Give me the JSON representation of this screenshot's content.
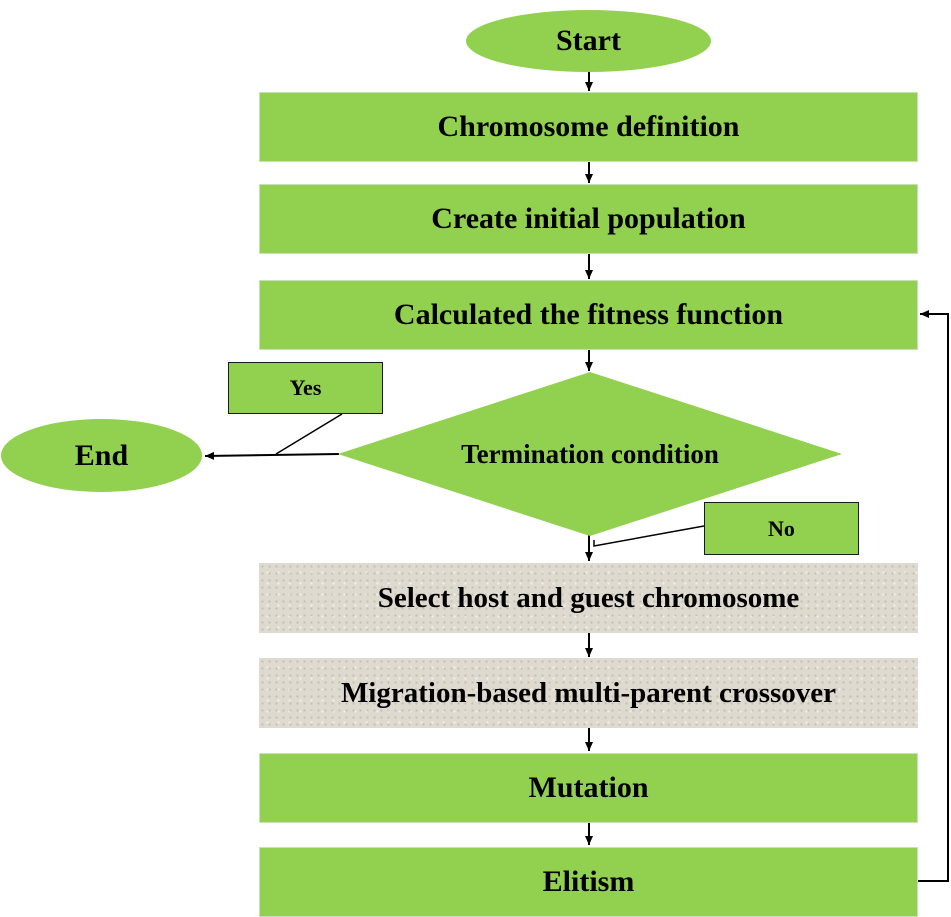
{
  "diagram": {
    "start": "Start",
    "steps": [
      "Chromosome definition",
      "Create initial population",
      "Calculated the fitness function"
    ],
    "decision": "Termination condition",
    "yes_label": "Yes",
    "no_label": "No",
    "end": "End",
    "loop_steps": [
      "Select host and guest chromosome",
      "Migration-based multi-parent crossover",
      "Mutation",
      "Elitism"
    ],
    "colors": {
      "fill": "#92d050",
      "highlight_fill": "#dedad0",
      "line": "#000000"
    }
  }
}
